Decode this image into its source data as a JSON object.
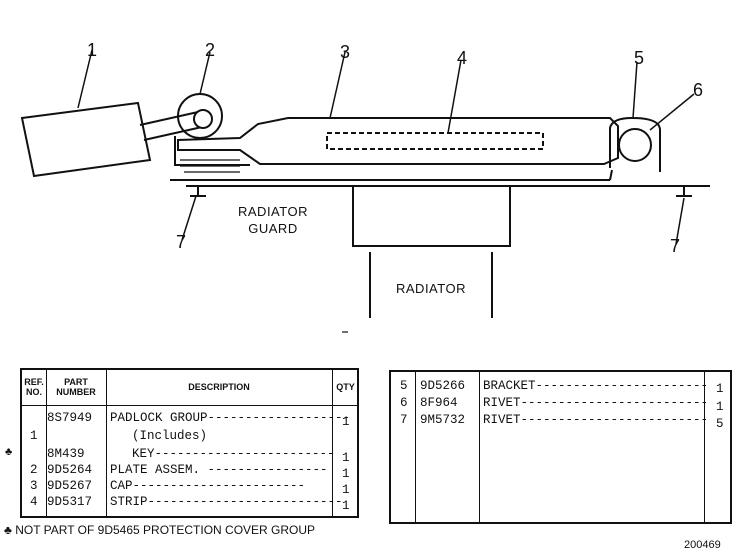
{
  "diagram": {
    "callouts": [
      "1",
      "2",
      "3",
      "4",
      "5",
      "6",
      "7",
      "7"
    ],
    "labels": {
      "radiator_guard": "RADIATOR\nGUARD",
      "radiator": "RADIATOR"
    }
  },
  "left_table": {
    "headers": {
      "ref": "REF.\nNO.",
      "part": "PART\nNUMBER",
      "desc": "DESCRIPTION",
      "qty": "QTY"
    },
    "rows": [
      {
        "ref": "",
        "part": "8S7949",
        "desc": "PADLOCK GROUP-------------------",
        "qty": "1"
      },
      {
        "ref": "1",
        "part": "",
        "desc": "(Includes)",
        "qty": ""
      },
      {
        "ref": "",
        "part": "8M439",
        "desc": "KEY------------------------",
        "qty": "1"
      },
      {
        "ref": "2",
        "part": "9D5264",
        "desc": "PLATE ASSEM. ----------------",
        "qty": "1"
      },
      {
        "ref": "3",
        "part": "9D5267",
        "desc": "CAP-----------------------",
        "qty": "1"
      },
      {
        "ref": "4",
        "part": "9D5317",
        "desc": "STRIP--------------------------",
        "qty": "1"
      }
    ]
  },
  "right_table": {
    "rows": [
      {
        "ref": "5",
        "part": "9D5266",
        "desc": "BRACKET-----------------------",
        "qty": "1"
      },
      {
        "ref": "6",
        "part": "8F964",
        "desc": "RIVET-------------------------",
        "qty": "1"
      },
      {
        "ref": "7",
        "part": "9M5732",
        "desc": "RIVET-------------------------",
        "qty": "5"
      }
    ]
  },
  "footnote": "♣ NOT PART OF 9D5465 PROTECTION COVER GROUP",
  "note_marker": "♣",
  "figure_number": "200469"
}
